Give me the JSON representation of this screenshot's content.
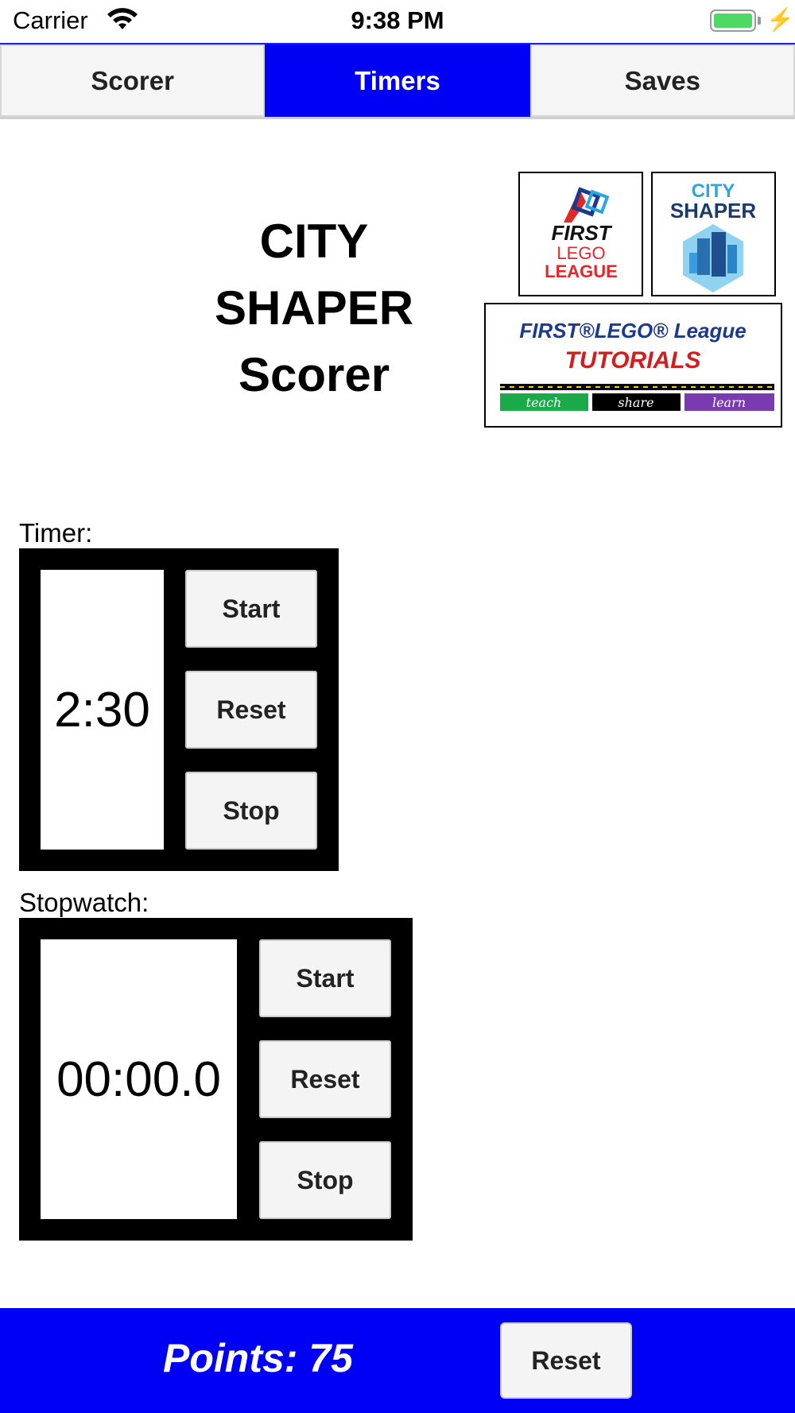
{
  "status_bar": {
    "carrier": "Carrier",
    "time": "9:38 PM",
    "icons": [
      "wifi-icon",
      "battery-icon",
      "charging-bolt-icon"
    ]
  },
  "tabs": [
    {
      "label": "Scorer",
      "active": false
    },
    {
      "label": "Timers",
      "active": true
    },
    {
      "label": "Saves",
      "active": false
    }
  ],
  "header": {
    "title_line1": "CITY",
    "title_line2": "SHAPER",
    "title_line3": "Scorer"
  },
  "logos": {
    "fll_lines": [
      "FIRST",
      "LEGO",
      "LEAGUE"
    ],
    "city_shaper_lines": [
      "CITY",
      "SHAPER"
    ],
    "tutorials_line1": "FIRST®LEGO® League",
    "tutorials_line2": "TUTORIALS",
    "tutorials_tags": [
      "teach",
      "share",
      "learn"
    ]
  },
  "timer": {
    "label": "Timer:",
    "display": "2:30",
    "start": "Start",
    "reset": "Reset",
    "stop": "Stop"
  },
  "stopwatch": {
    "label": "Stopwatch:",
    "display": "00:00.0",
    "start": "Start",
    "reset": "Reset",
    "stop": "Stop"
  },
  "footer": {
    "points": "Points: 75",
    "reset": "Reset"
  },
  "colors": {
    "accent_blue": "#0000f5",
    "battery_green": "#4cd964",
    "fll_red": "#e3262a",
    "city_blue": "#2aa7dc",
    "tutorials_navy": "#1b3a8c",
    "tutorials_red": "#d11f1f",
    "teach_green": "#1aaa4a",
    "learn_purple": "#7b3bb0"
  }
}
